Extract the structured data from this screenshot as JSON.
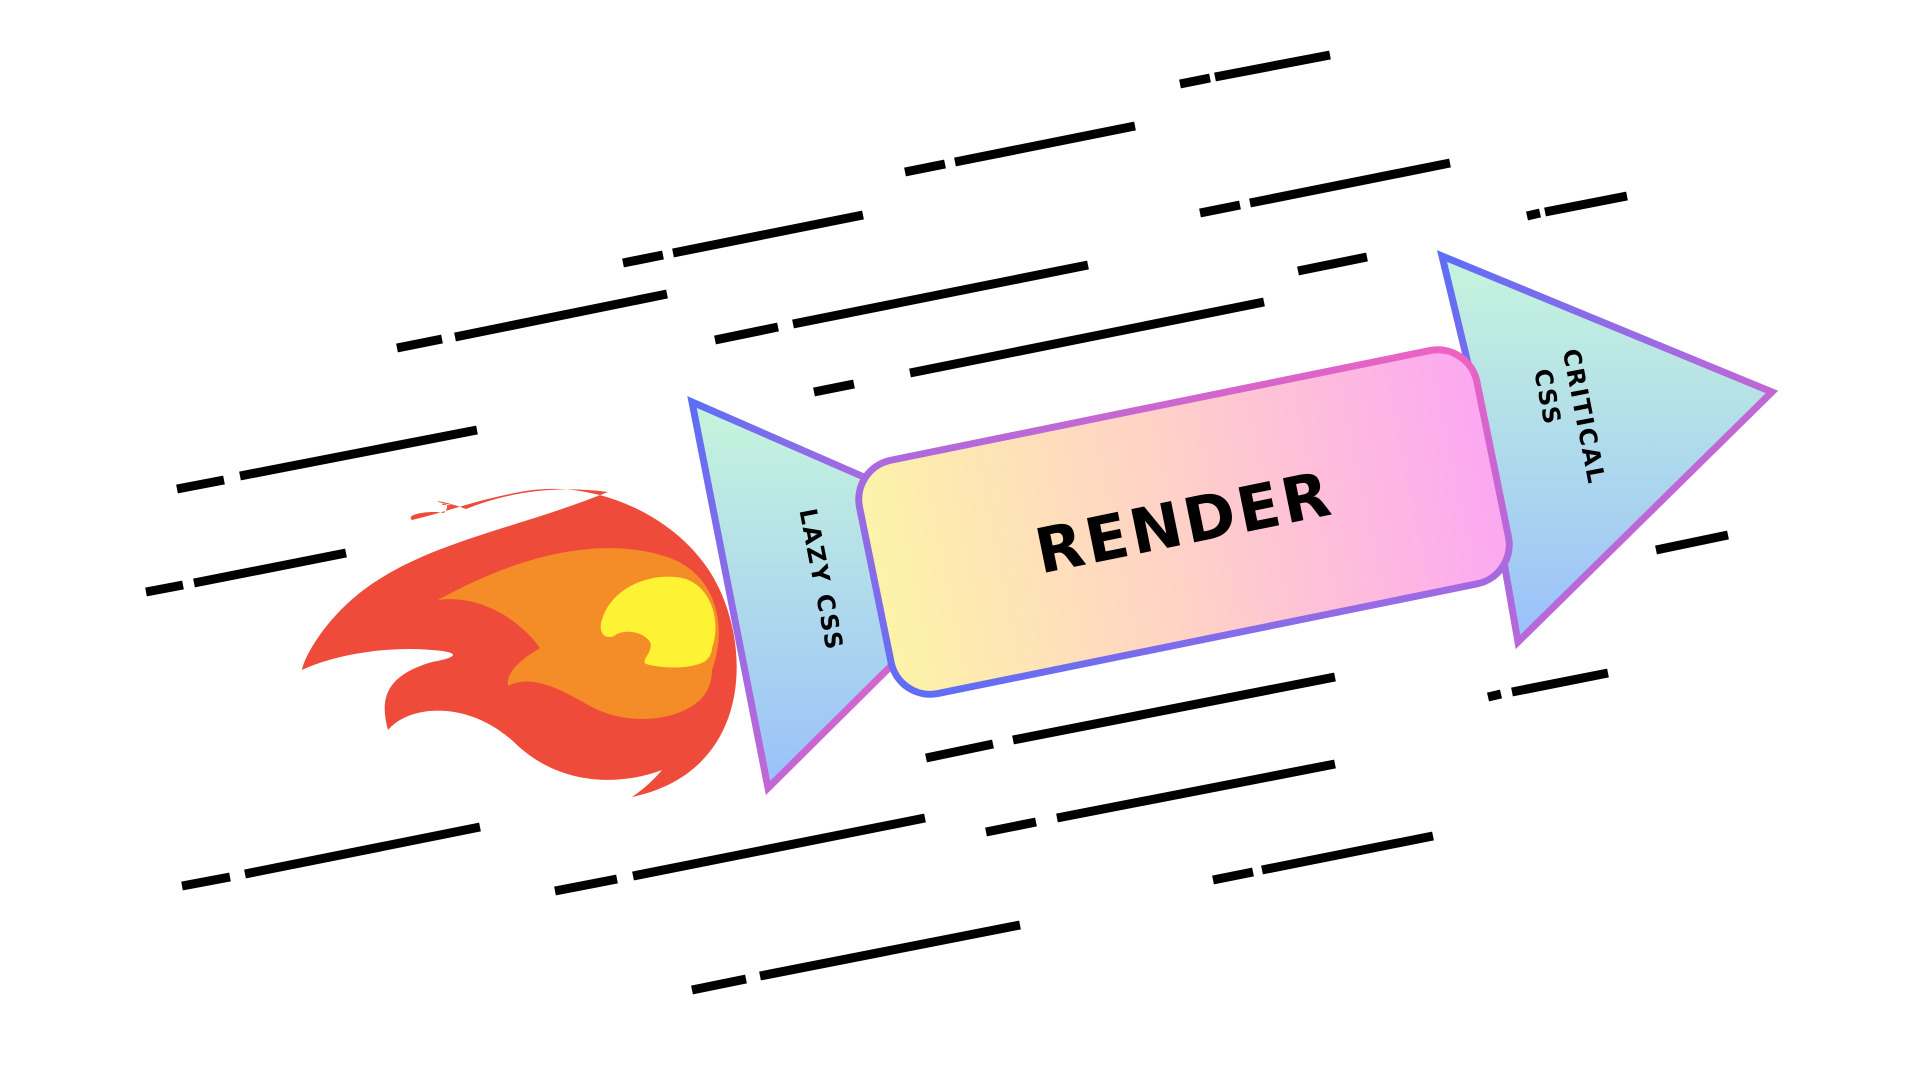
{
  "diagram": {
    "body": {
      "label": "RENDER"
    },
    "tail_fin": {
      "label": "LAZY CSS"
    },
    "nose_cone": {
      "label_lines": [
        "CRITICAL",
        "CSS"
      ]
    }
  },
  "colors": {
    "background": "#ffffff",
    "speed_lines": "#000000",
    "label_text": "#000000",
    "outline_blue": "#5b6ef5",
    "outline_purple": "#a86ae0",
    "outline_pink": "#f062c0",
    "fin_top": "#c6f5dc",
    "fin_bottom": "#9ac0fb",
    "body_left": "#fdf3a8",
    "body_mid": "#ffd0c8",
    "body_right": "#fca8f2",
    "flame_red": "#ef4b3a",
    "flame_orange": "#f48c28",
    "flame_yellow": "#fef235"
  },
  "icons": {
    "flame": "flame-icon"
  }
}
